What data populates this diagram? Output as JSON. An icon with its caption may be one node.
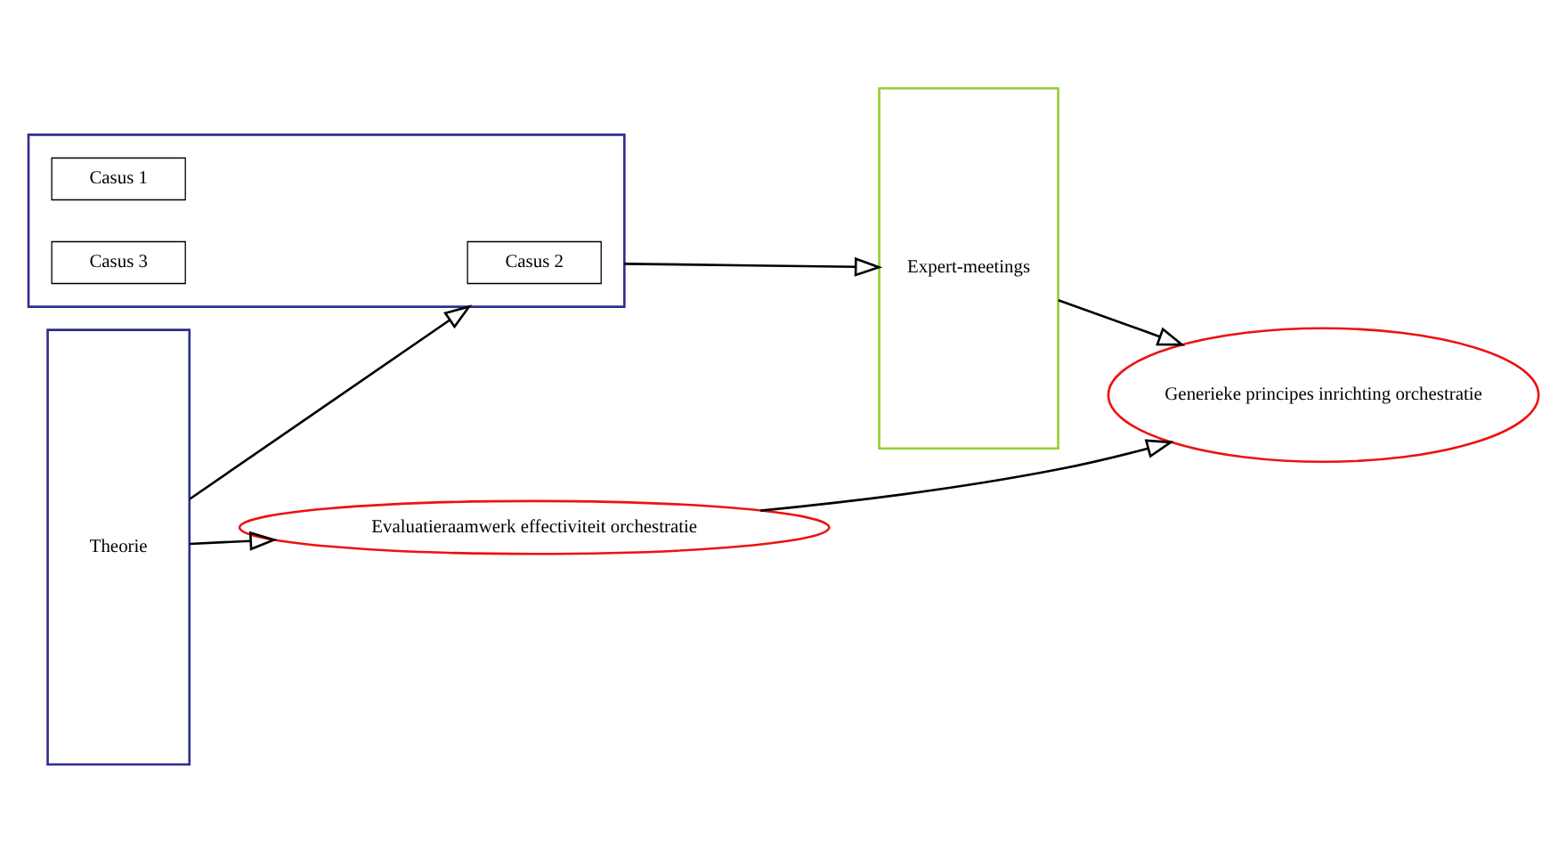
{
  "diagram": {
    "nodes": [
      {
        "text": [
          "Theorie"
        ]
      },
      {
        "text": [],
        "shape": "box"
      },
      {
        "text": [
          "Casus 1"
        ],
        "in": 1
      },
      {
        "text": [
          "Casus 2"
        ],
        "in": 1
      },
      {
        "text": [
          "Casus 3"
        ],
        "in": 1
      },
      {
        "text": [
          "Expert-meetings"
        ]
      },
      {
        "text": [
          "Evaluatieraamwerk effectiviteit orchestratie"
        ]
      },
      {
        "text": [
          "Generieke principes inrichting orchestratie"
        ]
      }
    ],
    "edges": [
      {
        "from": 0,
        "to": 6,
        "arrow": "to"
      },
      {
        "from": 0,
        "to": 1,
        "arrow": "to"
      },
      {
        "from": 1,
        "to": 5,
        "arrow": "to"
      },
      {
        "from": 5,
        "to": 7,
        "arrow": "to"
      },
      {
        "from": 6,
        "to": 7,
        "arrow": "to"
      }
    ]
  }
}
